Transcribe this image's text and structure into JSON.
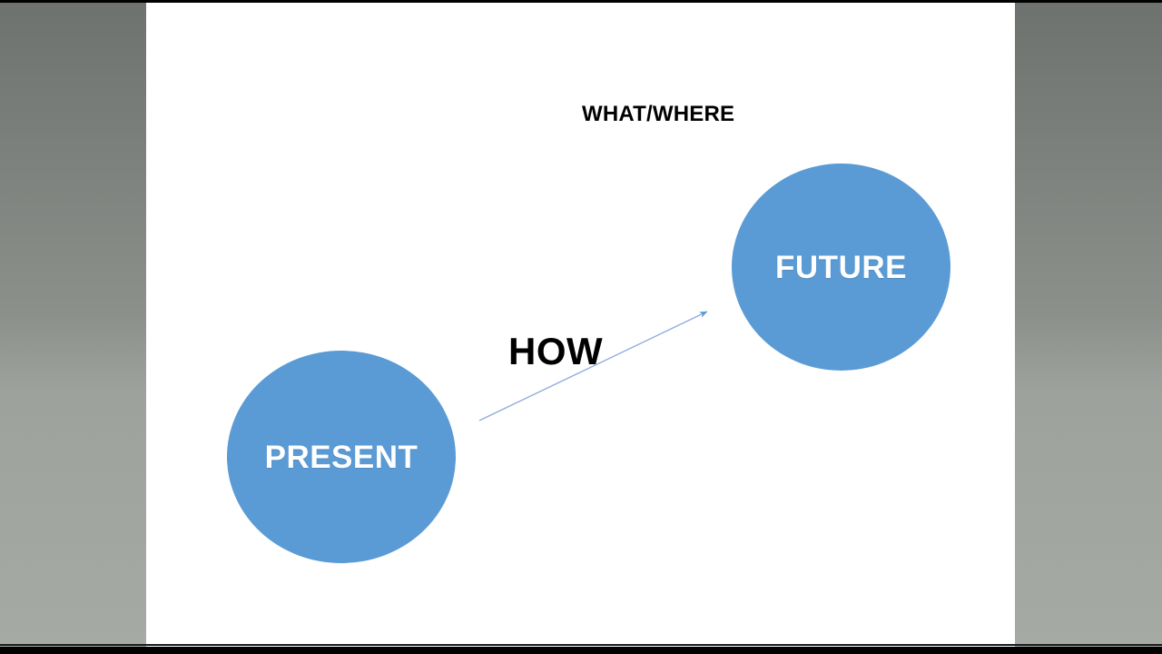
{
  "slide": {
    "background_color": "#FFFFFF",
    "viewer_background_top_color": "#6E726F",
    "viewer_background_bottom_color": "#A6AAA4",
    "accent_color": "#5B9BD5",
    "text_color_on_accent": "#FFFFFF",
    "text_color": "#000000",
    "connector_color": "#8FAADC"
  },
  "nodes": [
    {
      "id": "present",
      "label": "PRESENT",
      "shape": "circle",
      "fill": "#5B9BD5"
    },
    {
      "id": "future",
      "label": "FUTURE",
      "shape": "circle",
      "fill": "#5B9BD5"
    }
  ],
  "labels": {
    "top": "WHAT/WHERE",
    "middle": "HOW"
  },
  "connector": {
    "name": "present-to-future-arrow",
    "from": "present",
    "to": "future",
    "style": "straight-arrow",
    "color": "#8FAADC"
  }
}
